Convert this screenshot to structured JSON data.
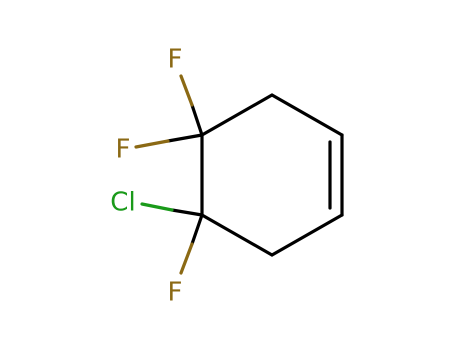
{
  "molecule": {
    "atoms": {
      "f_top": "F",
      "f_left": "F",
      "cl": "Cl",
      "f_bottom": "F"
    },
    "colors": {
      "bond": "#000000",
      "fluorine": "#8b6914",
      "chlorine": "#1a9a1a",
      "background": "#ffffff"
    }
  }
}
